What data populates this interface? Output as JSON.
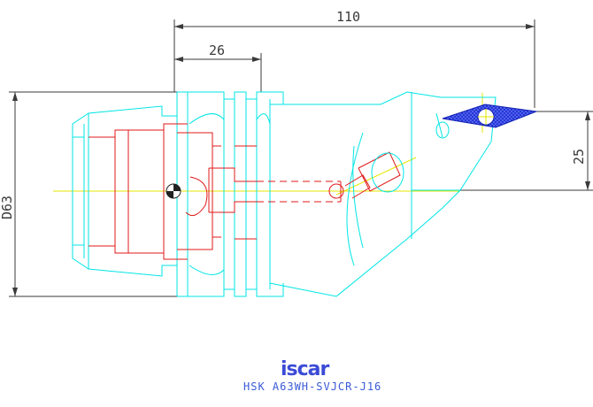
{
  "dimensions": {
    "overall_length": "110",
    "flange_length": "26",
    "height_offset": "25",
    "diameter": "D63"
  },
  "brand": {
    "logo_text": "iscar"
  },
  "product": {
    "designation": "HSK A63WH-SVJCR-J16"
  },
  "colors": {
    "outline": "#00e5e5",
    "hidden": "#e01818",
    "centerline": "#e6e600",
    "dimension": "#3a3a3a",
    "insert": "#2030d0",
    "brand": "#3b4bd6"
  }
}
